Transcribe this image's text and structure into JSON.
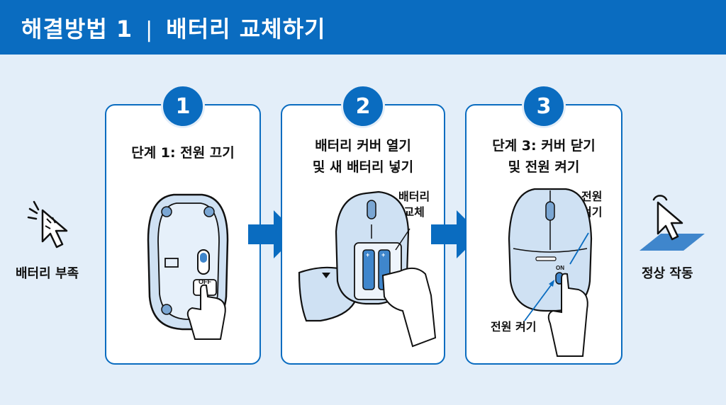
{
  "header": {
    "title_left": "해결방법 1",
    "separator": "|",
    "title_right": "배터리 교체하기"
  },
  "left_status": {
    "label": "배터리 부족",
    "icon": "cursor-click-broken-icon"
  },
  "right_status": {
    "label": "정상 작동",
    "icon": "cursor-click-icon"
  },
  "steps": [
    {
      "number": "1",
      "title_line1": "단계 1: 전원 끄기",
      "title_line2": "",
      "switch_label": "OFF"
    },
    {
      "number": "2",
      "title_line1": "배터리 커버 열기",
      "title_line2": "및 새 배터리 넣기",
      "callout_line1": "배터리",
      "callout_line2": "교체"
    },
    {
      "number": "3",
      "title_line1": "단계 3: 커버 닫기",
      "title_line2": "및 전원 켜기",
      "switch_label": "ON",
      "callout_top_line1": "전원",
      "callout_top_line2": "켜기",
      "callout_bottom": "전원 켜기"
    }
  ],
  "colors": {
    "primary": "#0a6cc0",
    "background": "#e3eef9",
    "mouse_fill": "#cfe1f3",
    "arrow": "#0a6cc0"
  }
}
